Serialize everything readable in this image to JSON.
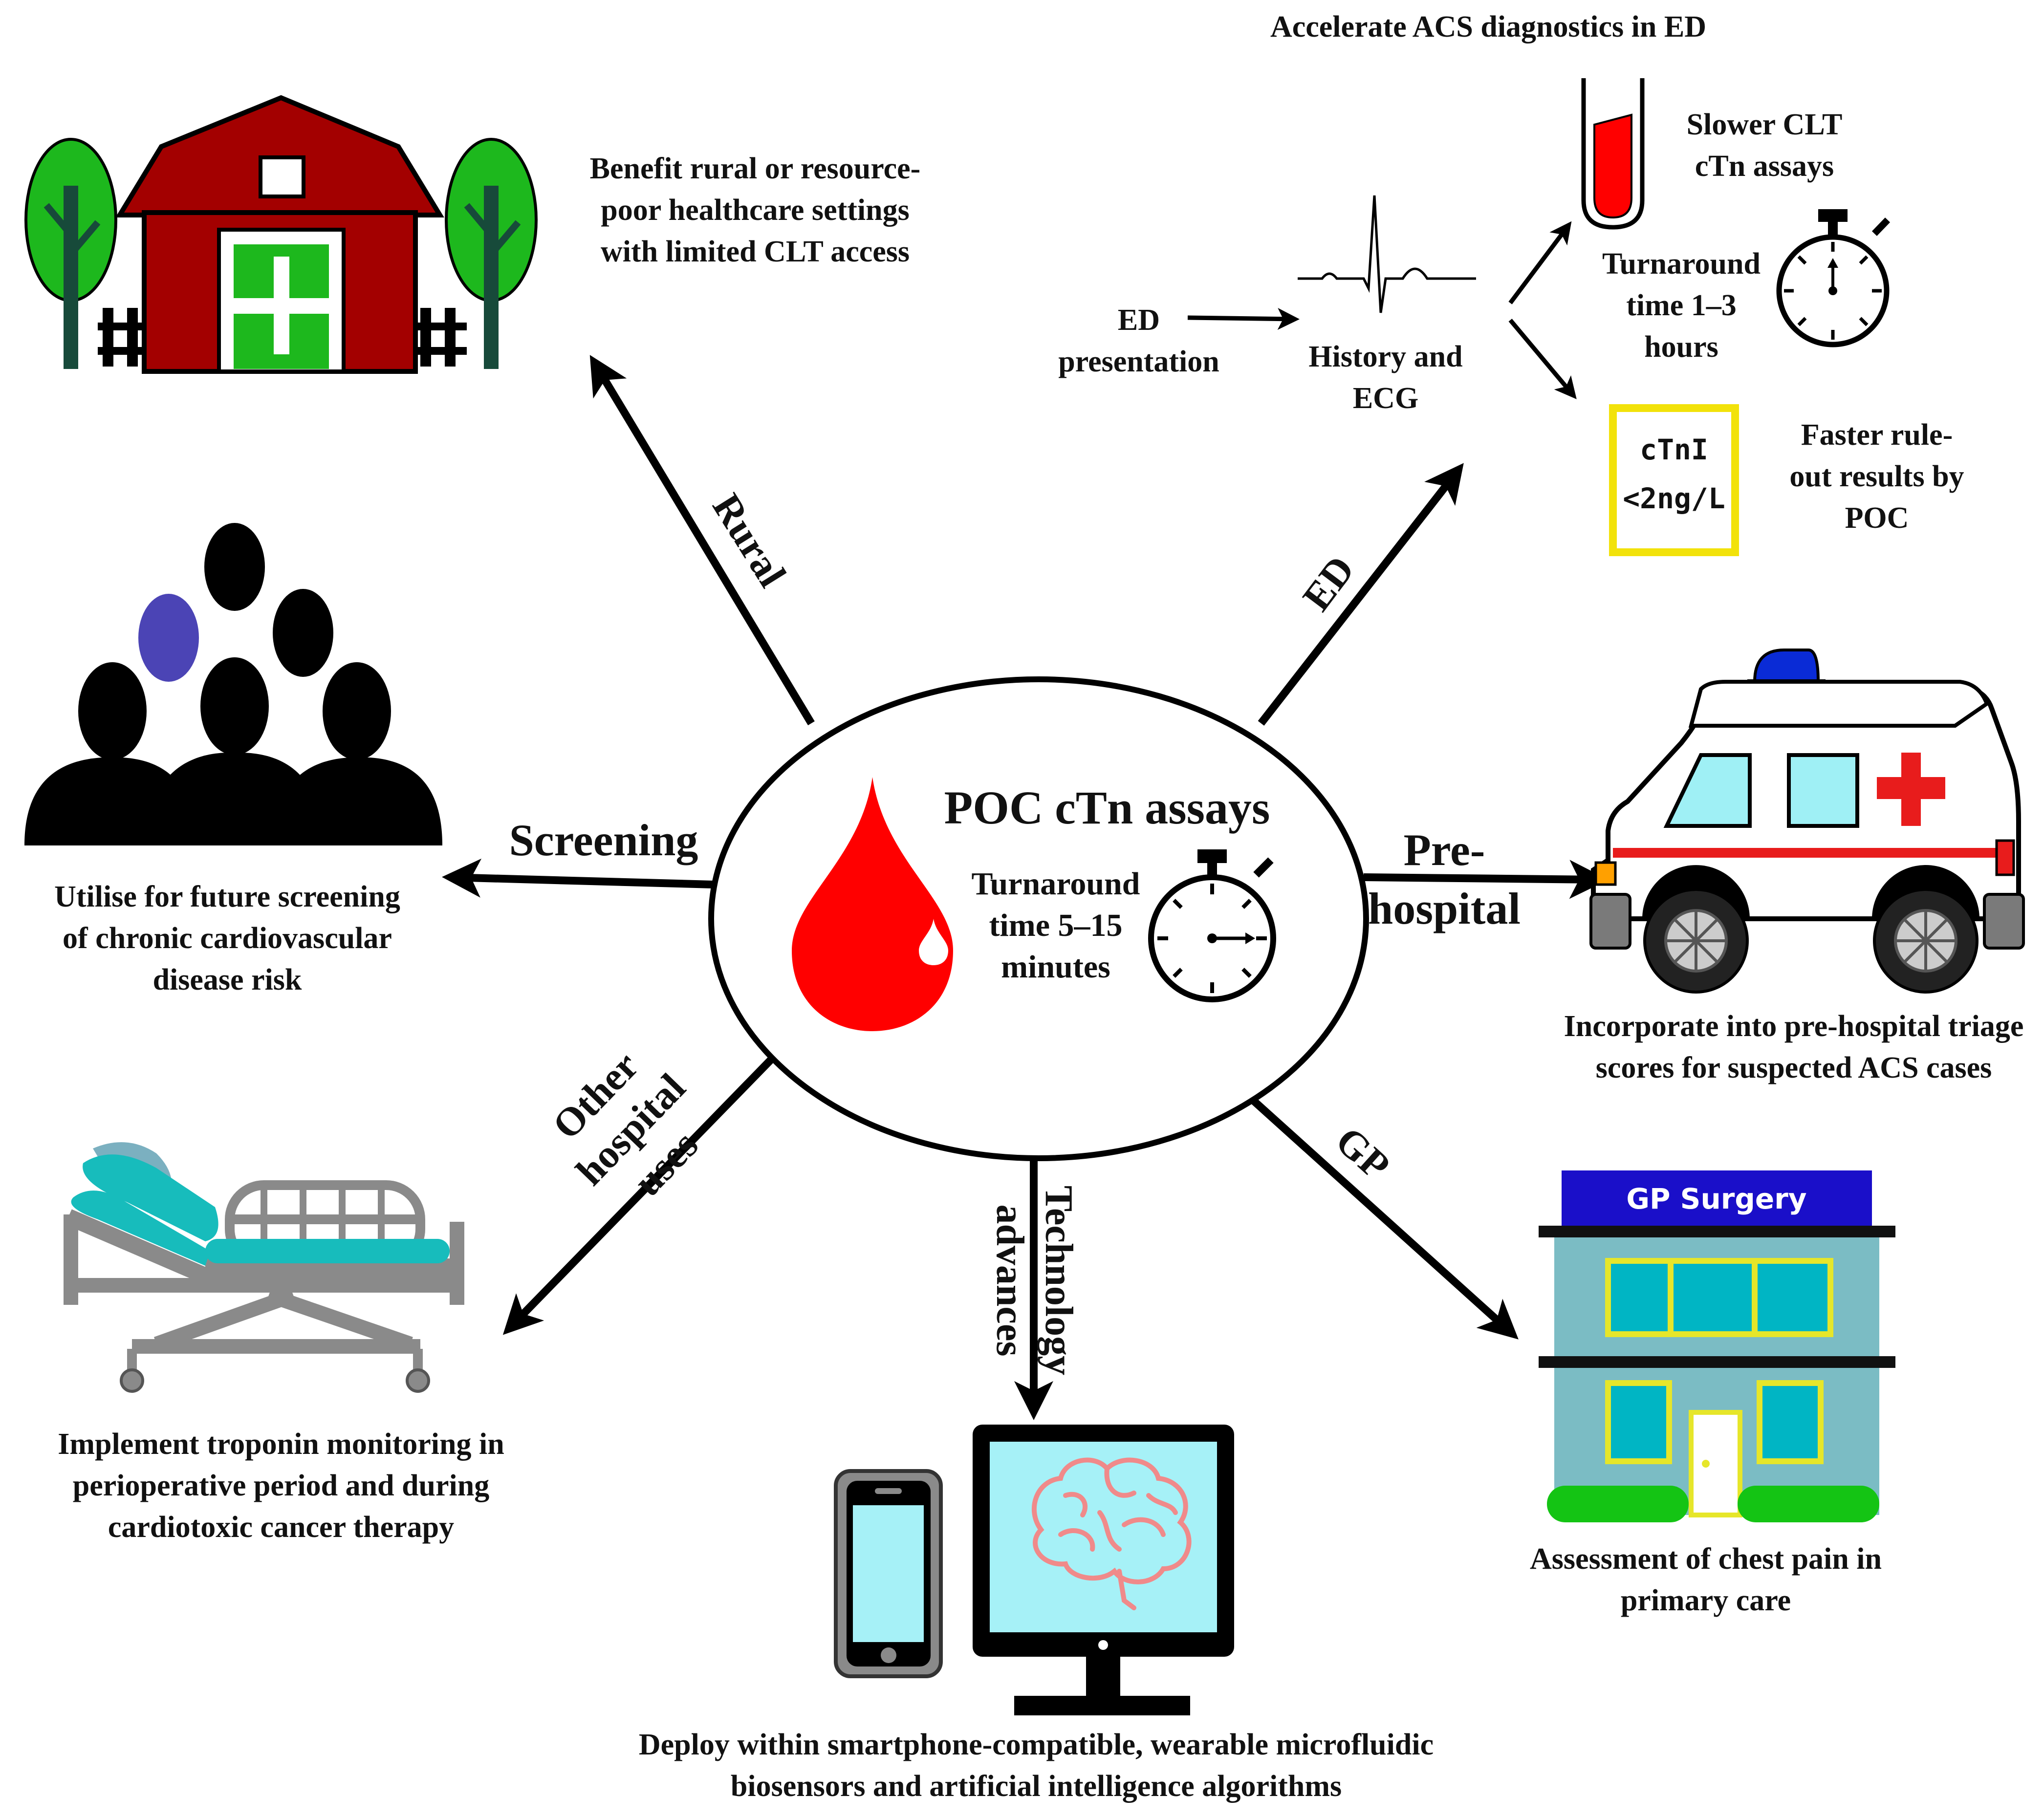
{
  "center": {
    "title": "POC cTn assays",
    "turnaround": [
      "Turnaround",
      "time 5–15",
      "minutes"
    ]
  },
  "branches": {
    "rural": {
      "label": "Rural",
      "caption": [
        "Benefit rural or resource-",
        "poor healthcare settings",
        "with limited CLT access"
      ]
    },
    "ed": {
      "label": "ED",
      "heading": "Accelerate ACS diagnostics in ED",
      "presentation": [
        "ED",
        "presentation"
      ],
      "history": [
        "History and",
        "ECG"
      ],
      "slower": [
        "Slower CLT",
        "cTn assays"
      ],
      "clt_turnaround": [
        "Turnaround",
        "time 1–3",
        "hours"
      ],
      "poc_card": [
        "cTnI",
        "<2ng/L"
      ],
      "faster": [
        "Faster rule-",
        "out results by",
        "POC"
      ]
    },
    "screening": {
      "label": "Screening",
      "caption": [
        "Utilise for future screening",
        "of chronic cardiovascular",
        "disease risk"
      ]
    },
    "prehospital": {
      "label": [
        "Pre-",
        "hospital"
      ],
      "caption": [
        "Incorporate into pre-hospital triage",
        "scores for suspected ACS cases"
      ]
    },
    "other": {
      "label": [
        "Other",
        "hospital",
        "uses"
      ],
      "caption": [
        "Implement troponin monitoring in",
        "perioperative period and during",
        "cardiotoxic cancer therapy"
      ]
    },
    "technology": {
      "label": [
        "Technology",
        "advances"
      ],
      "caption": [
        "Deploy within smartphone-compatible, wearable microfluidic",
        "biosensors and artificial intelligence algorithms"
      ]
    },
    "gp": {
      "label": "GP",
      "sign": "GP Surgery",
      "caption": [
        "Assessment of chest pain in",
        "primary care"
      ]
    }
  },
  "colors": {
    "blood": "#ff0000",
    "barn": "#a30000",
    "tree": "#1db81d",
    "person_highlight": "#4b44b5",
    "ambulance_window": "#9ff0f5",
    "ambulance_stripe": "#e81c1c",
    "siren": "#0a2bd6",
    "gp_sign": "#1a0fc9",
    "gp_building": "#7bbcc4",
    "gp_window": "#00b5c4",
    "gp_trim": "#e6e62a",
    "gp_grass": "#14c414",
    "card_border": "#f2e20a",
    "bed_teal": "#17bcbc",
    "brain": "#f08a8a",
    "screen": "#a6f1f7"
  },
  "icons": [
    "hospital-barn-icon",
    "tree-icon",
    "fence-icon",
    "people-group-icon",
    "bed-icon",
    "smartphone-icon",
    "monitor-icon",
    "brain-icon",
    "gp-surgery-icon",
    "ambulance-icon",
    "ecg-trace-icon",
    "test-tube-icon",
    "stopwatch-icon",
    "blood-drop-icon"
  ]
}
